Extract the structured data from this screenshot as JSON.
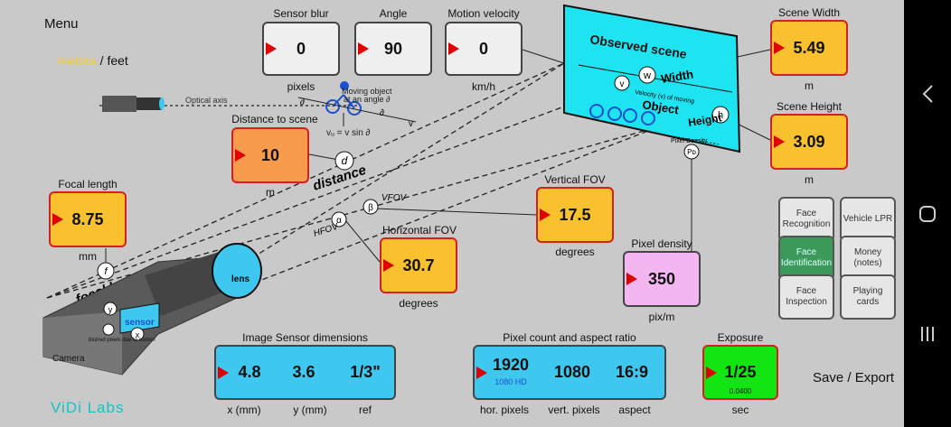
{
  "menu": "Menu",
  "units": {
    "metres": "metres",
    "separator": " / ",
    "feet": "feet"
  },
  "sensor_blur": {
    "title": "Sensor blur",
    "value": "0",
    "unit": "pixels"
  },
  "angle": {
    "title": "Angle",
    "value": "90"
  },
  "motion_velocity": {
    "title": "Motion velocity",
    "value": "0",
    "unit": "km/h"
  },
  "scene_width": {
    "title": "Scene Width",
    "value": "5.49",
    "unit": "m"
  },
  "scene_height": {
    "title": "Scene Height",
    "value": "3.09",
    "unit": "m"
  },
  "distance": {
    "title": "Distance to scene",
    "value": "10",
    "unit": "m"
  },
  "focal_length": {
    "title": "Focal length",
    "value": "8.75",
    "unit": "mm"
  },
  "vertical_fov": {
    "title": "Vertical FOV",
    "value": "17.5",
    "unit": "degrees"
  },
  "horizontal_fov": {
    "title": "Horizontal FOV",
    "value": "30.7",
    "unit": "degrees"
  },
  "pixel_density": {
    "title": "Pixel density",
    "value": "350",
    "unit": "pix/m"
  },
  "image_sensor": {
    "title": "Image Sensor dimensions",
    "x": "4.8",
    "y": "3.6",
    "ref": "1/3\"",
    "x_label": "x (mm)",
    "y_label": "y (mm)",
    "ref_label": "ref"
  },
  "pixel_count": {
    "title": "Pixel count and aspect ratio",
    "hor": "1920",
    "hor_sub": "1080 HD",
    "vert": "1080",
    "aspect": "16:9",
    "hor_label": "hor. pixels",
    "vert_label": "vert. pixels",
    "aspect_label": "aspect"
  },
  "exposure": {
    "title": "Exposure",
    "value": "1/25",
    "sub": "0.0400",
    "unit": "sec"
  },
  "presets": [
    {
      "label": "Face Recognition"
    },
    {
      "label": "Vehicle LPR"
    },
    {
      "label": "Face Identification"
    },
    {
      "label": "Money (notes)"
    },
    {
      "label": "Face Inspection"
    },
    {
      "label": "Playing cards"
    }
  ],
  "save_export": "Save / Export",
  "brand": "ViDi Labs",
  "diagram": {
    "observed_scene": "Observed scene",
    "width": "Width",
    "height": "Height",
    "object": "Object",
    "velocity_text": "Velocity (v) of moving",
    "pixel_density_text": "Pixel Density",
    "optical_axis": "Optical axis",
    "moving_object": "Moving object",
    "at_angle": "at an angle ∂",
    "formula": "vᵤ = v sin ∂",
    "distance": "distance",
    "focal_length": "focal length",
    "vfov": "VFOV",
    "hfov": "HFOV",
    "lens": "lens",
    "sensor": "sensor",
    "camera": "Camera",
    "blurred": "blurred pixels due to motion",
    "letters": {
      "w": "w",
      "v": "v",
      "h": "h",
      "pd": "Pᴅ",
      "d": "d",
      "f": "f",
      "beta": "β",
      "alpha": "α",
      "y": "y",
      "x": "x",
      "dd": "∂",
      "v2": "v"
    }
  },
  "colors": {
    "accent_red": "#e00000",
    "units_active": "#f5d020",
    "brand": "#17c3c3"
  }
}
